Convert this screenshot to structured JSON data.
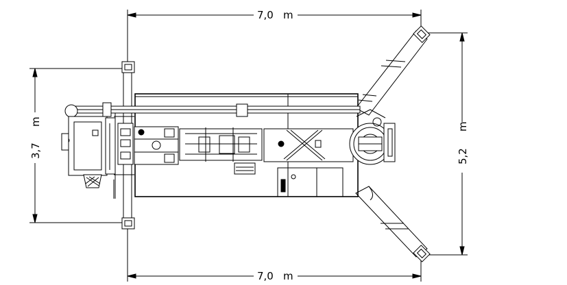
{
  "dimensions": {
    "top_width": "7,0",
    "top_unit": "m",
    "bottom_width": "7,0",
    "bottom_unit": "m",
    "left_height": "3,7",
    "left_unit": "m",
    "right_height": "5,2",
    "right_unit": "m"
  }
}
